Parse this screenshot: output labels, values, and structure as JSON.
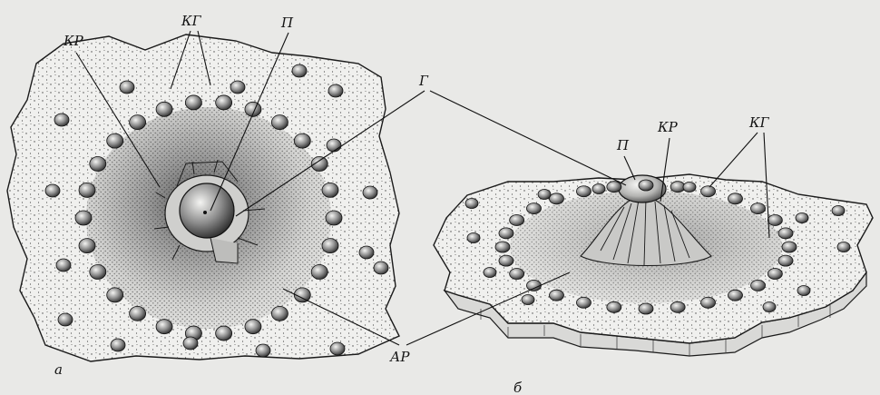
{
  "labels": {
    "kr": "КР",
    "kg": "КГ",
    "p": "П",
    "g": "Г",
    "ar": "АР",
    "panel_a": "а",
    "panel_b": "б"
  },
  "colors": {
    "background": "#e9e9e7",
    "ink": "#141414",
    "disc_light": "#f1f1ef",
    "disc_dark": "#6a6a6a"
  }
}
